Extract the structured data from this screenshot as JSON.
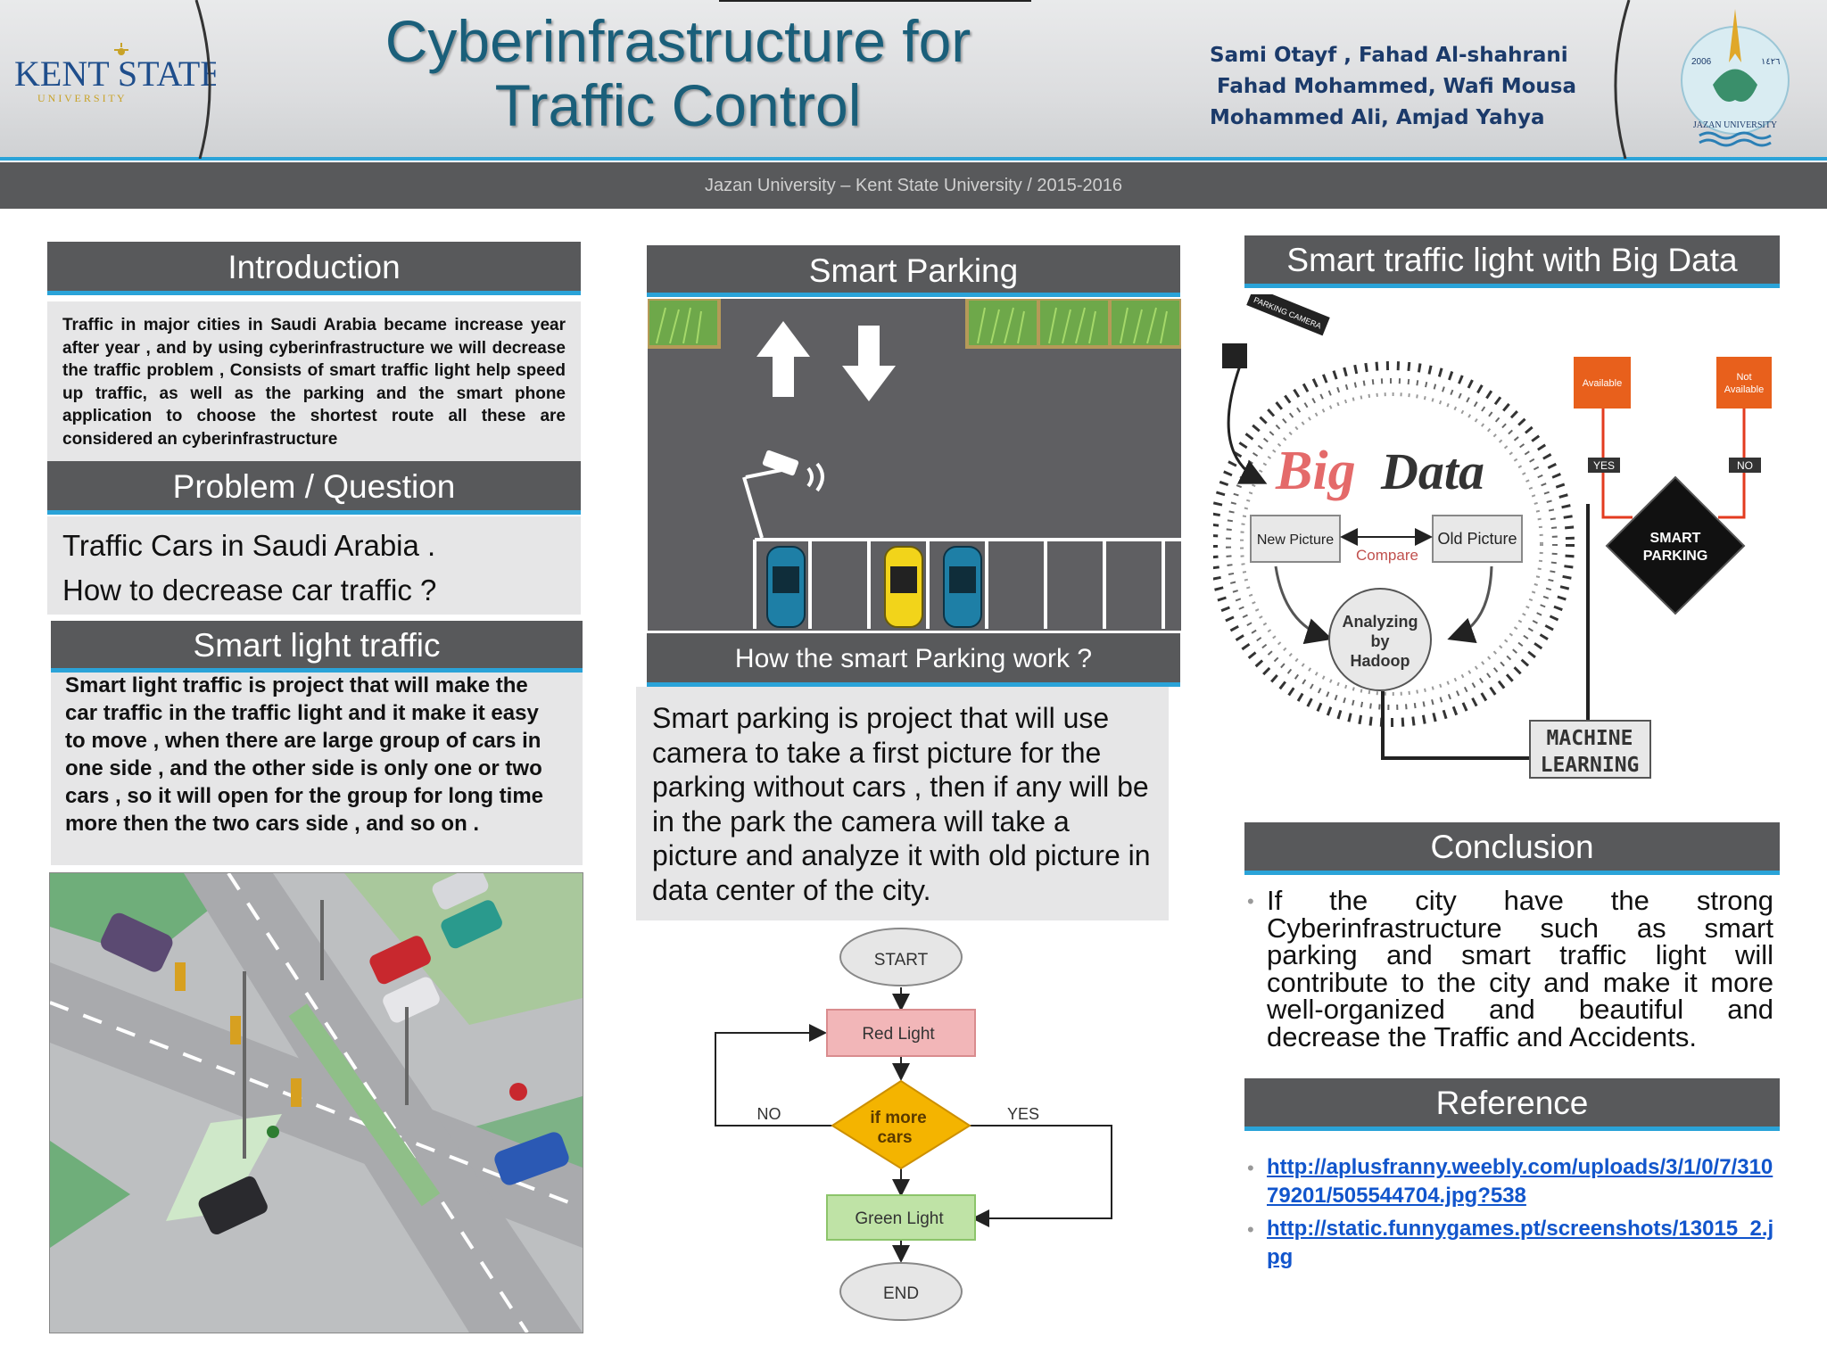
{
  "header": {
    "logo_left_main": "KENT STATE",
    "logo_left_sub": "U N I V E R S I T Y",
    "title_line1": "Cyberinfrastructure for",
    "title_line2": "Traffic Control",
    "authors": [
      "Sami Otayf ,    Fahad Al-shahrani",
      "Fahad Mohammed, Wafi Mousa",
      "Mohammed Ali, Amjad Yahya"
    ],
    "logo_right_years_left": "2006",
    "logo_right_years_right": "١٤٢٦",
    "logo_right_name": "JAZAN UNIVERSITY",
    "subtitle": "Jazan University – Kent State University / 2015-2016"
  },
  "colors": {
    "header_bar": "#58595b",
    "accent": "#2aa3d8",
    "title": "#1a5f7a",
    "author": "#1b3a6a",
    "box": "#e6e6e7"
  },
  "introduction": {
    "heading": "Introduction",
    "text": "Traffic in major cities in Saudi Arabia became increase year after year , and by using cyberinfrastructure we will decrease the traffic problem , Consists of smart traffic light help speed up traffic, as well as the parking and the smart phone application to choose the shortest route all these are considered an cyberinfrastructure"
  },
  "problem": {
    "heading": "Problem / Question",
    "line1": "Traffic Cars in Saudi Arabia .",
    "line2": "How to decrease car traffic  ?"
  },
  "smart_light": {
    "heading": "Smart light traffic",
    "text": "Smart light traffic is project that will make the car traffic in the traffic light and it make it easy to move , when there are large group of cars in one side , and the other side is only one or two cars , so it will open for the group for long time more then the two cars side , and so on ."
  },
  "smart_parking": {
    "heading": "Smart Parking",
    "subheading": "How the smart Parking work ?",
    "lines": [
      "Smart parking is project that will use",
      "camera to take a first picture for the",
      "parking without cars , then if any will be",
      "in the park the camera will take a",
      "picture and analyze it with old picture in",
      "data center of the city."
    ]
  },
  "flowchart": {
    "start": "START",
    "red": "Red Light",
    "decision_line1": "if more",
    "decision_line2": "cars",
    "no": "NO",
    "yes": "YES",
    "green": "Green Light",
    "end": "END"
  },
  "big_data": {
    "heading": "Smart traffic light with Big Data",
    "camera_label": "PARKING CAMERA",
    "title_big": "Big",
    "title_data": "Data",
    "new_picture": "New Picture",
    "old_picture": "Old Picture",
    "compare": "Compare",
    "analyzing_1": "Analyzing",
    "analyzing_2": "by",
    "analyzing_3": "Hadoop",
    "available": "Available",
    "not_available_1": "Not",
    "not_available_2": "Available",
    "yes": "YES",
    "no": "NO",
    "smart_parking_1": "SMART",
    "smart_parking_2": "PARKING",
    "ml_1": "MACHINE",
    "ml_2": "LEARNING"
  },
  "conclusion": {
    "heading": "Conclusion",
    "text": "If the city have the strong Cyberinfrastructure such as smart parking and smart traffic light will contribute to the city and make it more well-organized and beautiful and decrease the Traffic and Accidents."
  },
  "reference": {
    "heading": "Reference",
    "links": [
      "http://aplusfranny.weebly.com/uploads/3/1/0/7/31079201/505544704.jpg?538",
      "http://static.funnygames.pt/screenshots/13015_2.jpg"
    ]
  }
}
